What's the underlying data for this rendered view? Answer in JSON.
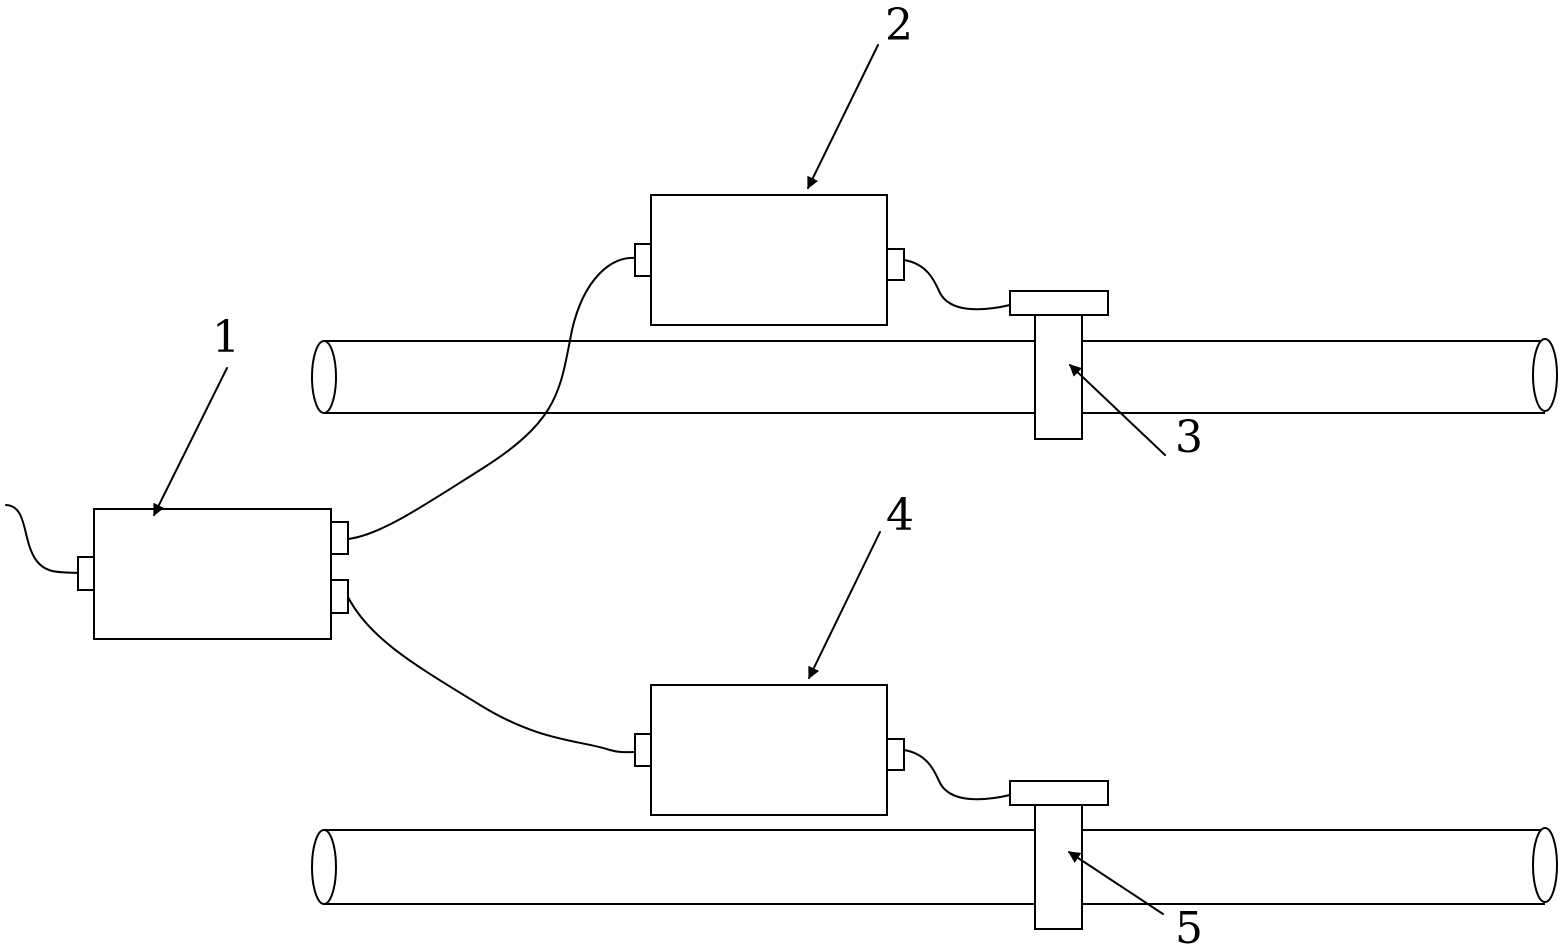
{
  "labels": {
    "unit_1": "1",
    "unit_2": "2",
    "flow_element_3": "3",
    "unit_4": "4",
    "flow_element_5": "5"
  },
  "colors": {
    "line": "#000000",
    "background": "#ffffff"
  }
}
